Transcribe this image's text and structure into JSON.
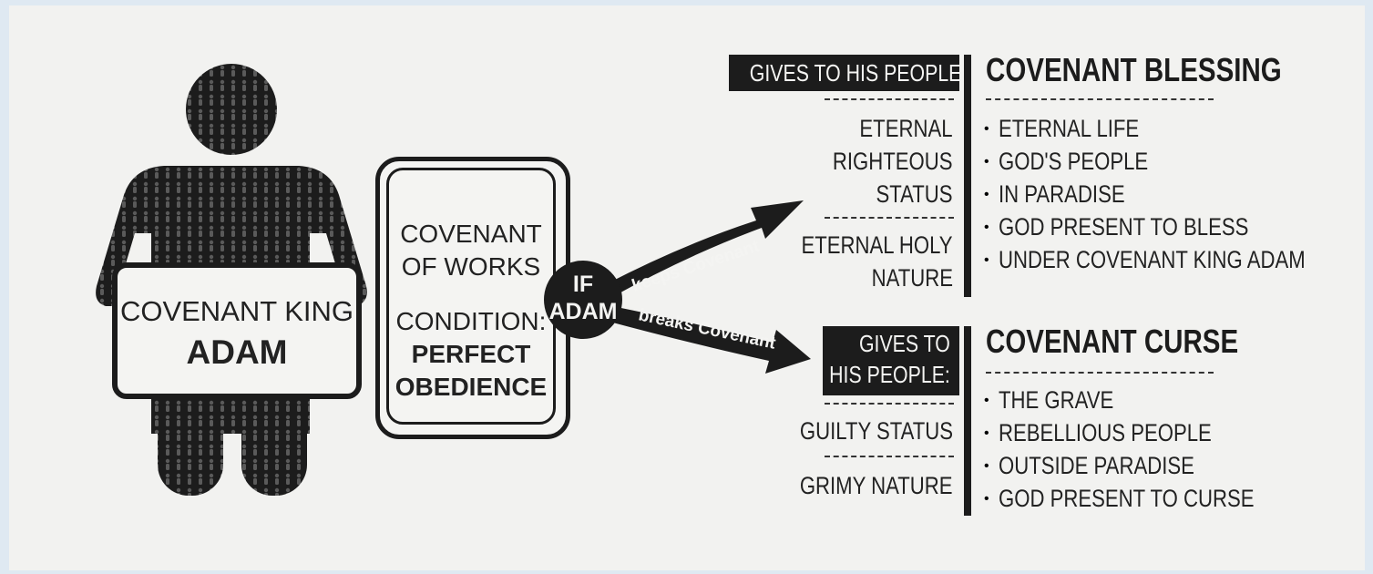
{
  "sign": {
    "line1": "COVENANT KING",
    "line2": "ADAM"
  },
  "works_box": {
    "line1": "COVENANT",
    "line2": "OF WORKS",
    "line3": "CONDITION:",
    "line4": "PERFECT",
    "line5": "OBEDIENCE"
  },
  "decision": {
    "line1": "IF",
    "line2": "ADAM"
  },
  "arrows": {
    "keeps": "keeps Covenant",
    "breaks": "breaks Covenant"
  },
  "blessing": {
    "gives_label": "GIVES TO HIS PEOPLE:",
    "title": "COVENANT BLESSING",
    "left_items": [
      [
        "ETERNAL",
        "RIGHTEOUS",
        "STATUS"
      ],
      [
        "ETERNAL HOLY",
        "NATURE"
      ]
    ],
    "right_items": [
      "ETERNAL LIFE",
      "GOD'S PEOPLE",
      "IN PARADISE",
      "GOD PRESENT TO BLESS",
      "UNDER COVENANT KING ADAM"
    ]
  },
  "curse": {
    "gives_label_line1": "GIVES TO",
    "gives_label_line2": "HIS PEOPLE:",
    "title": "COVENANT CURSE",
    "left_items": [
      "GUILTY STATUS",
      "GRIMY NATURE"
    ],
    "right_items": [
      "THE GRAVE",
      "REBELLIOUS PEOPLE",
      "OUTSIDE PARADISE",
      "GOD PRESENT TO CURSE"
    ]
  },
  "colors": {
    "ink": "#1c1c1c",
    "paper": "#f2f2f0",
    "frame": "#dfe9f2"
  }
}
